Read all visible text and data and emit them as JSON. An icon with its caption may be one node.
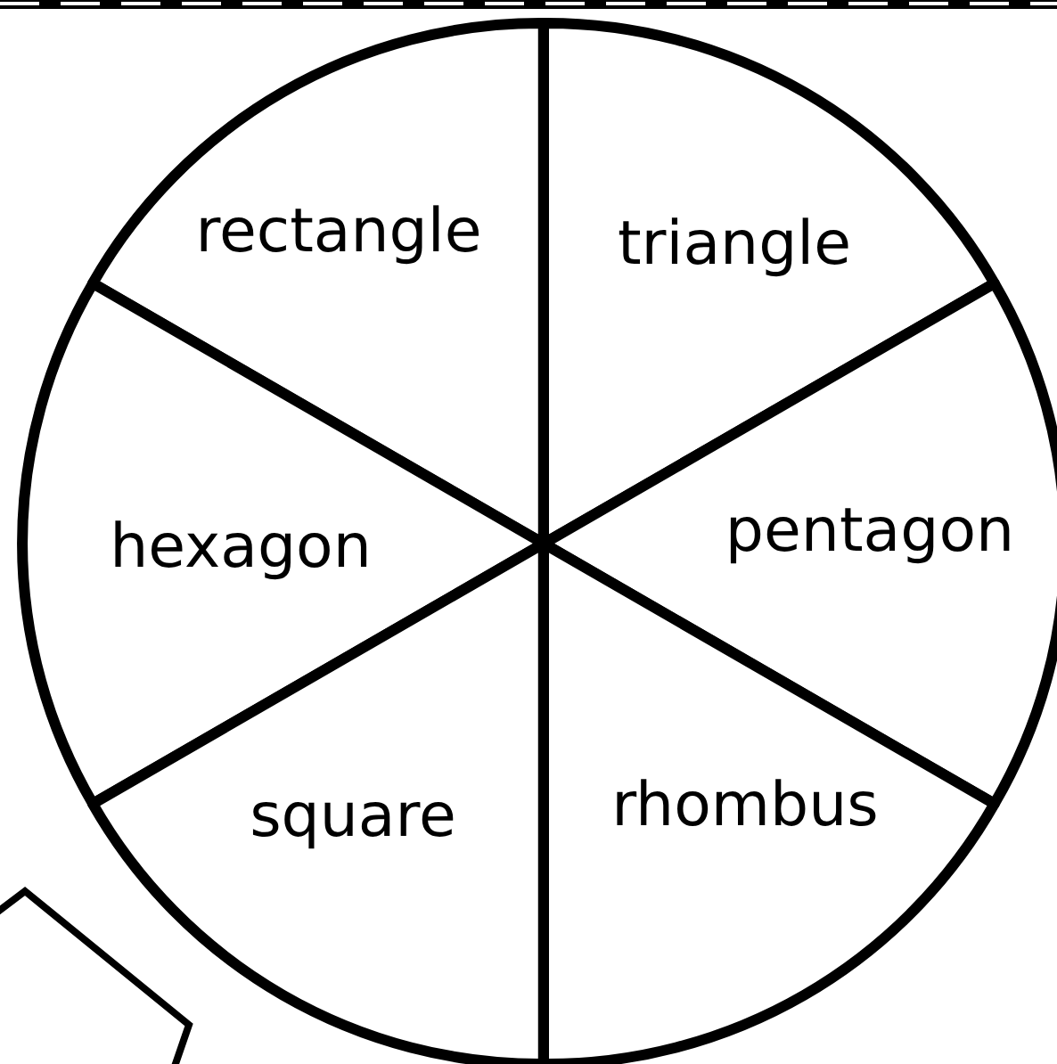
{
  "diagram": {
    "nodes": [
      {
        "text": [],
        "shape": "circle"
      },
      {
        "text": [
          "rectangle"
        ],
        "in": 0
      },
      {
        "text": [
          "triangle"
        ],
        "in": 0
      },
      {
        "text": [
          "hexagon"
        ],
        "in": 0
      },
      {
        "text": [
          "pentagon"
        ],
        "in": 0
      },
      {
        "text": [
          "square"
        ],
        "in": 0
      },
      {
        "text": [
          "rhombus"
        ],
        "in": 0
      },
      {
        "text": [],
        "shape": "pentagon"
      }
    ]
  }
}
